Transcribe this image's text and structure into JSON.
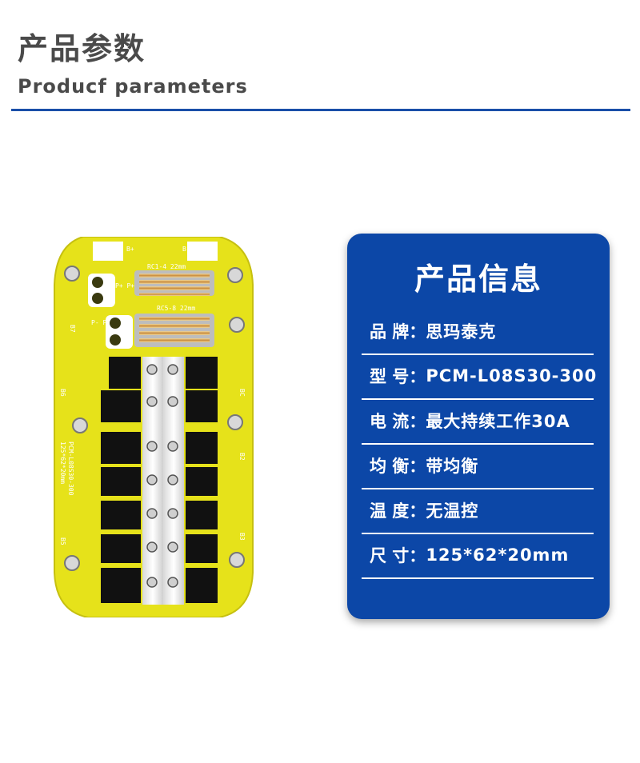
{
  "header": {
    "title_cn": "产品参数",
    "title_en": "Producf parameters"
  },
  "board_labels": {
    "rc_top": "RC1-4 22mm",
    "rc_bottom": "RC5-8 22mm",
    "p_plus": "P+ P+",
    "p_minus": "P- P-",
    "b_plus": "B+",
    "b_minus": "B-",
    "model_print": "PCM-L08S30-300",
    "size_print": "125*62*20mm",
    "b6": "B6",
    "b5": "B5",
    "b2": "B2",
    "b3": "B3",
    "b7": "B7",
    "bc": "BC"
  },
  "info": {
    "title": "产品信息",
    "rows": [
      {
        "label": "品 牌：",
        "value": "思玛泰克"
      },
      {
        "label": "型  号：",
        "value": "PCM-L08S30-300"
      },
      {
        "label": "电   流：",
        "value": "最大持续工作30A"
      },
      {
        "label": "均   衡：",
        "value": "带均衡"
      },
      {
        "label": "温   度：",
        "value": "无温控"
      },
      {
        "label": "尺   寸：",
        "value": "125*62*20mm"
      }
    ]
  },
  "colors": {
    "accent_blue": "#0c47a7",
    "pcb_yellow": "#e6e21a",
    "heading_gray": "#4a4a4a"
  }
}
